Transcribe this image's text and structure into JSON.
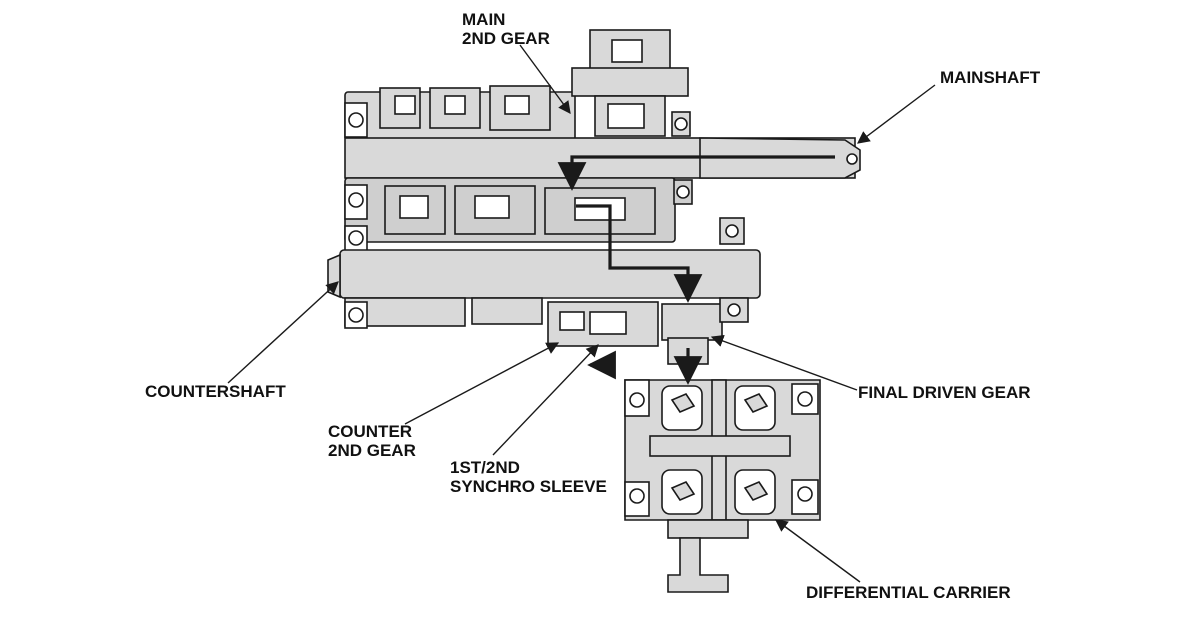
{
  "labels": {
    "main_2nd_gear": {
      "line1": "MAIN",
      "line2": "2ND GEAR"
    },
    "mainshaft": "MAINSHAFT",
    "countershaft": "COUNTERSHAFT",
    "final_driven_gear": "FINAL DRIVEN GEAR",
    "counter_2nd_gear": {
      "line1": "COUNTER",
      "line2": "2ND GEAR"
    },
    "synchro_sleeve": {
      "line1": "1ST/2ND",
      "line2": "SYNCHRO SLEEVE"
    },
    "differential_carrier": "DIFFERENTIAL CARRIER"
  },
  "colors": {
    "housing_fill": "#d9d9d9",
    "gear_fill": "#cfcfcf",
    "outline": "#1a1a1a",
    "power_flow": "#1a1a1a",
    "background": "#ffffff"
  }
}
